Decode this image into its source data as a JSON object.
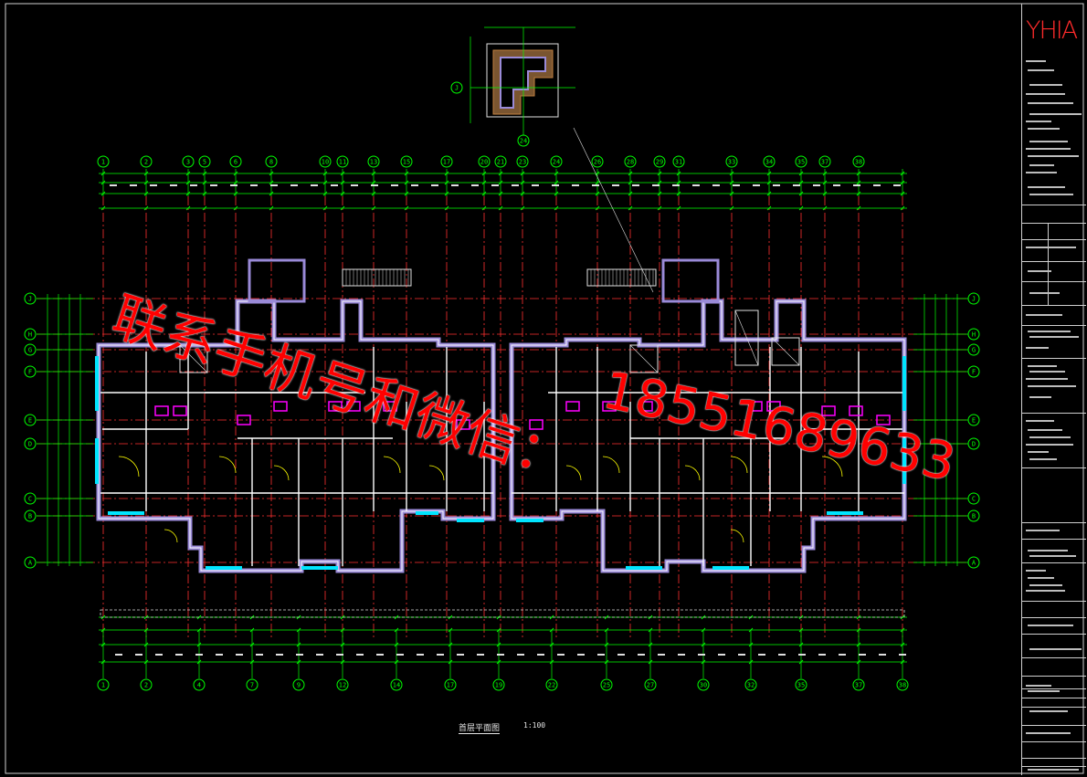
{
  "watermark": {
    "line1": "联系手机号和微信：",
    "line2": "18551689633",
    "color": "#ff0000"
  },
  "title_block": {
    "logo": "YHIA",
    "logo_color": "#ff2b2b"
  },
  "drawing": {
    "grid_axes_top": [
      "1",
      "2",
      "3",
      "5",
      "6",
      "8",
      "10",
      "11",
      "13",
      "15",
      "17",
      "20",
      "21",
      "23",
      "24",
      "26",
      "28",
      "29",
      "31",
      "33",
      "34",
      "35",
      "37",
      "38"
    ],
    "grid_axes_bottom": [
      "1",
      "2",
      "4",
      "7",
      "9",
      "12",
      "14",
      "17",
      "19",
      "22",
      "25",
      "27",
      "30",
      "32",
      "35",
      "37",
      "38"
    ],
    "grid_rows_left": [
      "J",
      "H",
      "G",
      "F",
      "E",
      "D",
      "C",
      "B",
      "A"
    ],
    "grid_rows_right": [
      "J",
      "H",
      "G",
      "F",
      "E",
      "D",
      "C",
      "B",
      "A"
    ],
    "detail_axis_row": "J",
    "detail_axis_col": "24",
    "plan_title": "首层平面图",
    "plan_scale": "1:100",
    "colors": {
      "background": "#000000",
      "grid": "#00ff00",
      "axis_dash": "#ff3030",
      "walls": "#ffffff",
      "wall_fill": "#9a8ad8",
      "cyan": "#00e5ff",
      "magenta": "#ff00ff",
      "yellow": "#ffff00"
    }
  }
}
